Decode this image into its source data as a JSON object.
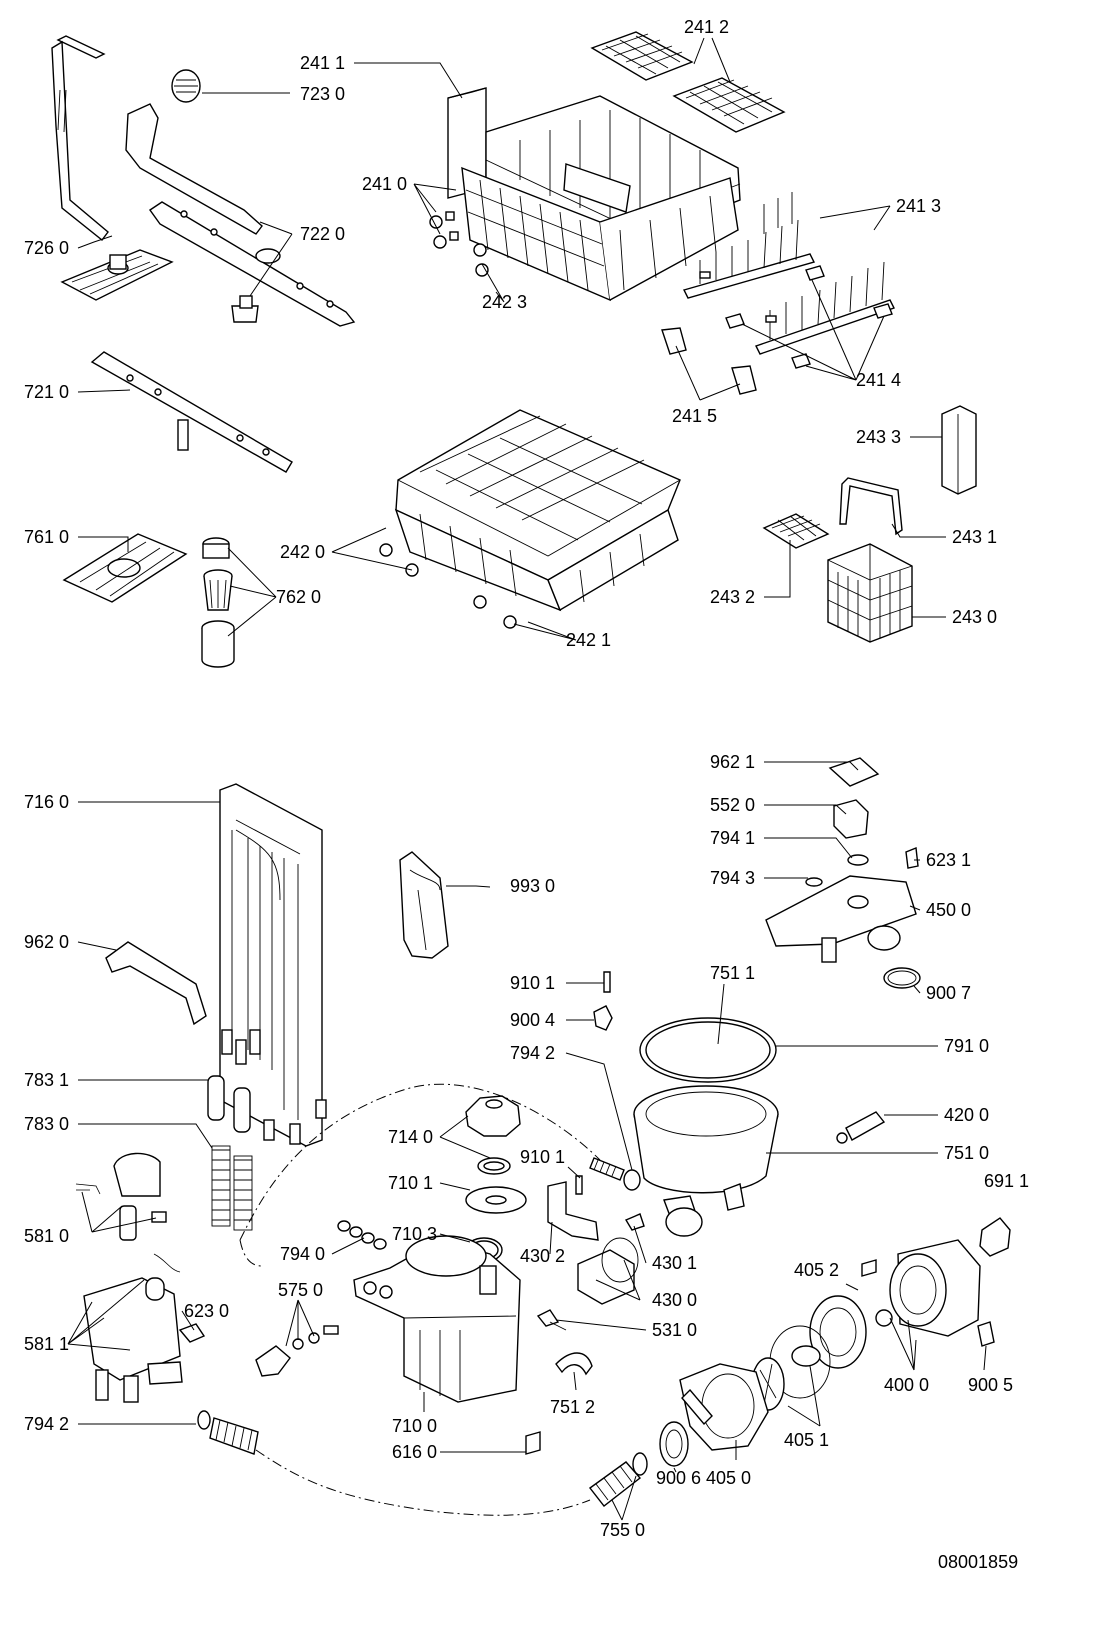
{
  "diagram": {
    "doc_code": "08001859",
    "labels": {
      "l2411": "241 1",
      "l7230": "723 0",
      "l2412": "241 2",
      "l2410": "241 0",
      "l7260": "726 0",
      "l7220": "722 0",
      "l2423": "242 3",
      "l2413": "241 3",
      "l2414": "241 4",
      "l2415": "241 5",
      "l7210": "721 0",
      "l2433": "243 3",
      "l7610": "761 0",
      "l2420": "242 0",
      "l7620": "762 0",
      "l2421": "242 1",
      "l2431": "243 1",
      "l2432": "243 2",
      "l2430": "243 0",
      "l9621": "962 1",
      "l5520": "552 0",
      "l7941": "794 1",
      "l6231": "623 1",
      "l7943": "794 3",
      "l4500": "450 0",
      "l7160": "716 0",
      "l9930": "993 0",
      "l9620": "962 0",
      "l9007": "900 7",
      "l7511": "751 1",
      "l9101a": "910 1",
      "l9004": "900 4",
      "l7910": "791 0",
      "l7942a": "794 2",
      "l7831": "783 1",
      "l4200": "420 0",
      "l7830": "783 0",
      "l7140": "714 0",
      "l7510": "751 0",
      "l9101b": "910 1",
      "l7101": "710 1",
      "l6911": "691 1",
      "l5810": "581 0",
      "l4302": "430 2",
      "l4301": "430 1",
      "l7103": "710 3",
      "l7940": "794 0",
      "l4052": "405 2",
      "l5750": "575 0",
      "l4300": "430 0",
      "l6230": "623 0",
      "l5811": "581 1",
      "l5310": "531 0",
      "l4000": "400 0",
      "l9005": "900 5",
      "l7512": "751 2",
      "l7100": "710 0",
      "l7942b": "794 2",
      "l4051": "405 1",
      "l6160": "616 0",
      "l4050": "405 0",
      "l9006": "900 6",
      "l7550": "755 0"
    }
  }
}
